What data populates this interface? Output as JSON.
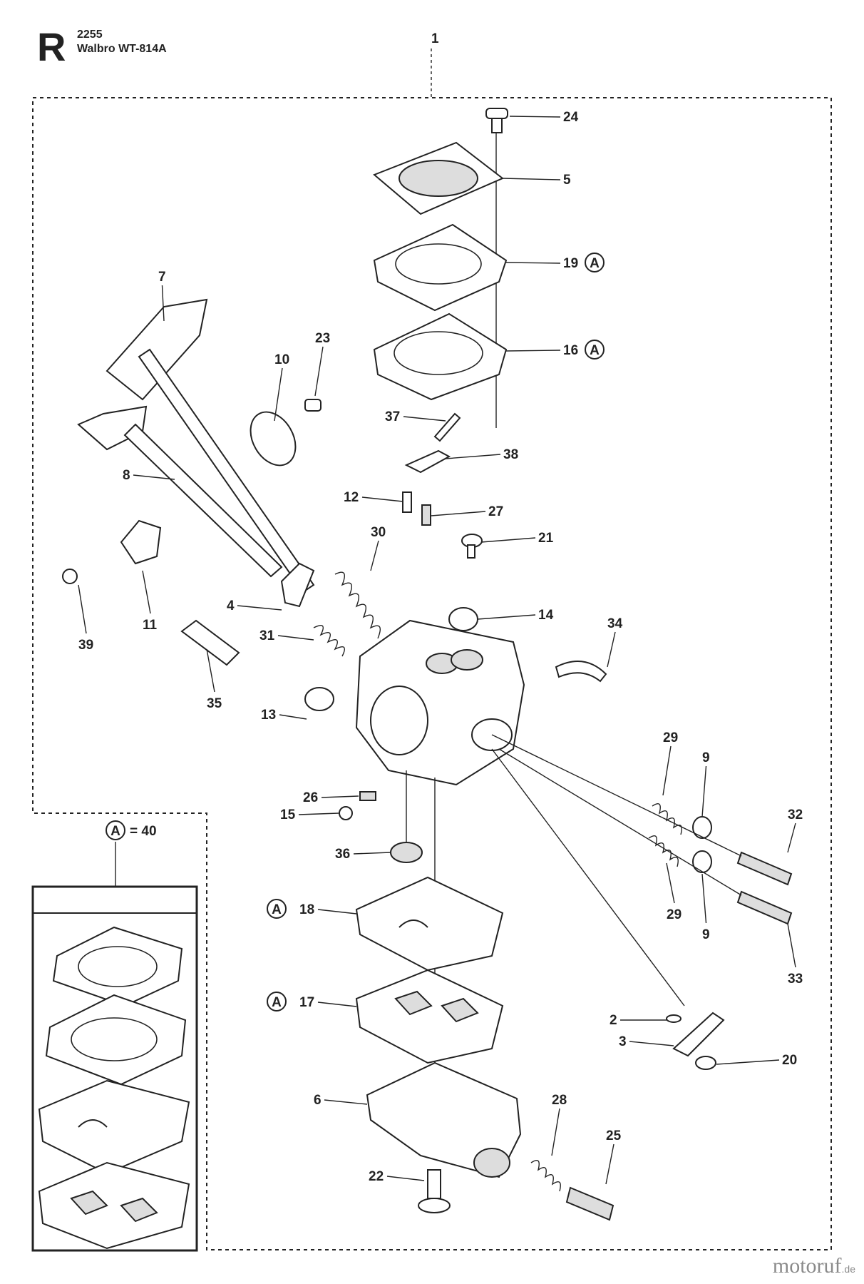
{
  "header": {
    "letter": "R",
    "model": "2255",
    "carburetor": "Walbro WT-814A"
  },
  "legend": {
    "kit_letter": "A",
    "kit_eq": "= 40"
  },
  "brand": {
    "name": "motoruf",
    "tld": ".de"
  },
  "callouts": [
    {
      "id": "1",
      "text": "1"
    },
    {
      "id": "24",
      "text": "24"
    },
    {
      "id": "5",
      "text": "5"
    },
    {
      "id": "19",
      "text": "19",
      "kit": true
    },
    {
      "id": "16",
      "text": "16",
      "kit": true
    },
    {
      "id": "7",
      "text": "7"
    },
    {
      "id": "23",
      "text": "23"
    },
    {
      "id": "10",
      "text": "10"
    },
    {
      "id": "37",
      "text": "37"
    },
    {
      "id": "38",
      "text": "38"
    },
    {
      "id": "8",
      "text": "8"
    },
    {
      "id": "12",
      "text": "12"
    },
    {
      "id": "27",
      "text": "27"
    },
    {
      "id": "30",
      "text": "30"
    },
    {
      "id": "21",
      "text": "21"
    },
    {
      "id": "14",
      "text": "14"
    },
    {
      "id": "34",
      "text": "34"
    },
    {
      "id": "4",
      "text": "4"
    },
    {
      "id": "11",
      "text": "11"
    },
    {
      "id": "39",
      "text": "39"
    },
    {
      "id": "31",
      "text": "31"
    },
    {
      "id": "35",
      "text": "35"
    },
    {
      "id": "13",
      "text": "13"
    },
    {
      "id": "29a",
      "text": "29"
    },
    {
      "id": "9a",
      "text": "9"
    },
    {
      "id": "32",
      "text": "32"
    },
    {
      "id": "26",
      "text": "26"
    },
    {
      "id": "15",
      "text": "15"
    },
    {
      "id": "36",
      "text": "36"
    },
    {
      "id": "29b",
      "text": "29"
    },
    {
      "id": "9b",
      "text": "9"
    },
    {
      "id": "33",
      "text": "33"
    },
    {
      "id": "18",
      "text": "18",
      "kit": true
    },
    {
      "id": "17",
      "text": "17",
      "kit": true
    },
    {
      "id": "2",
      "text": "2"
    },
    {
      "id": "3",
      "text": "3"
    },
    {
      "id": "20",
      "text": "20"
    },
    {
      "id": "6",
      "text": "6"
    },
    {
      "id": "28",
      "text": "28"
    },
    {
      "id": "25",
      "text": "25"
    },
    {
      "id": "22",
      "text": "22"
    }
  ]
}
